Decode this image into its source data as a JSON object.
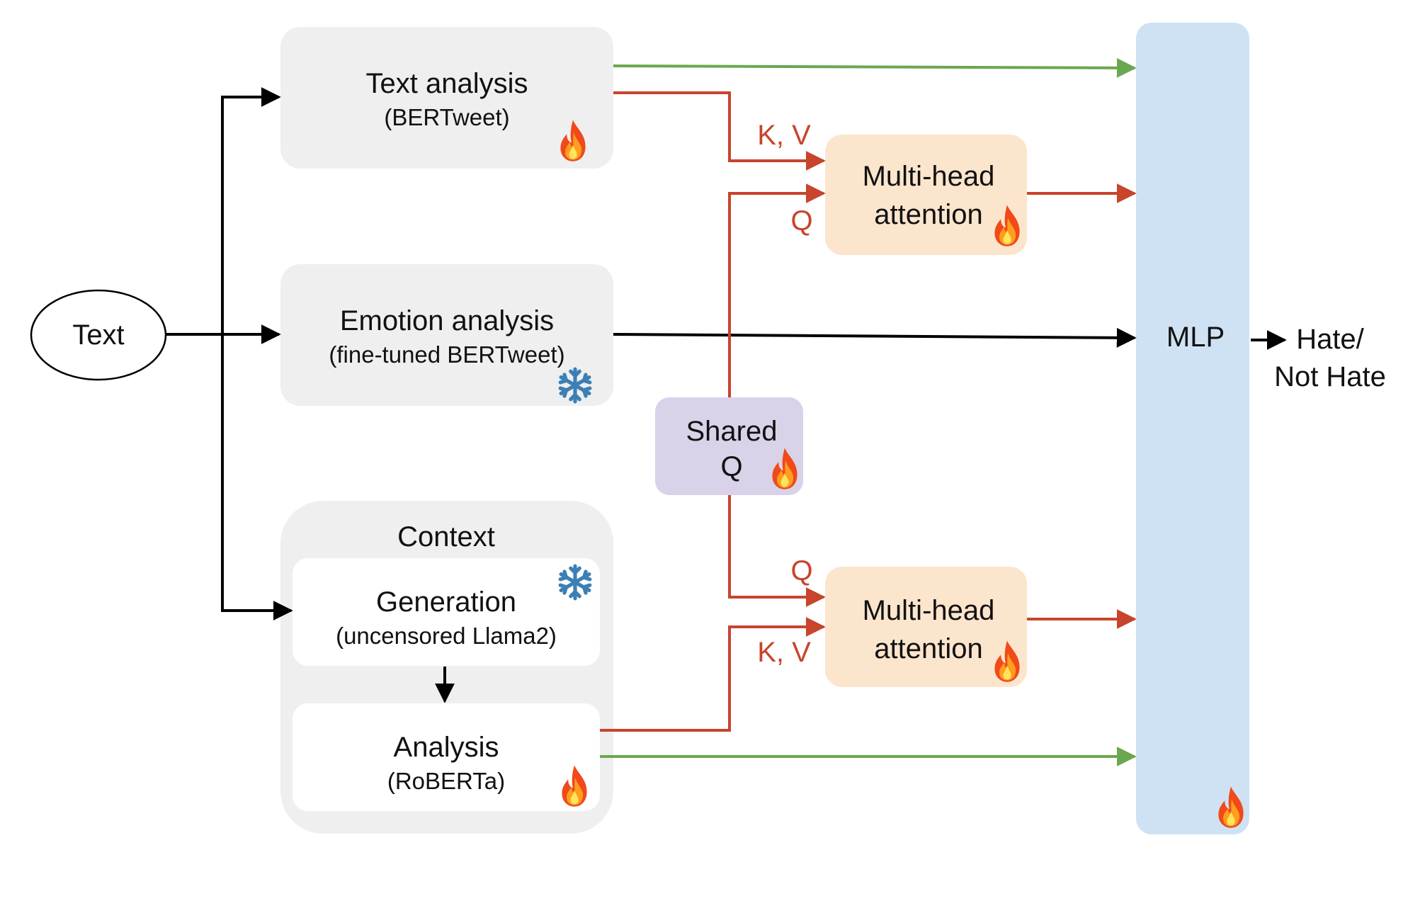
{
  "nodes": {
    "input_text": {
      "label": "Text"
    },
    "text_analysis": {
      "title": "Text analysis",
      "subtitle": "(BERTweet)",
      "state_icon": "fire-icon"
    },
    "emotion_analysis": {
      "title": "Emotion analysis",
      "subtitle": "(fine-tuned BERTweet)",
      "state_icon": "snowflake-icon"
    },
    "context": {
      "title": "Context",
      "generation": {
        "title": "Generation",
        "subtitle": "(uncensored Llama2)",
        "state_icon": "snowflake-icon"
      },
      "analysis": {
        "title": "Analysis",
        "subtitle": "(RoBERTa)",
        "state_icon": "fire-icon"
      }
    },
    "shared_q": {
      "line1": "Shared",
      "line2": "Q",
      "state_icon": "fire-icon"
    },
    "mha_top": {
      "line1": "Multi-head",
      "line2": "attention",
      "state_icon": "fire-icon"
    },
    "mha_bottom": {
      "line1": "Multi-head",
      "line2": "attention",
      "state_icon": "fire-icon"
    },
    "mlp": {
      "label": "MLP",
      "state_icon": "fire-icon"
    },
    "output": {
      "line1": "Hate/",
      "line2": "Not Hate"
    }
  },
  "edge_labels": {
    "top_kv": "K, V",
    "top_q": "Q",
    "bottom_q": "Q",
    "bottom_kv": "K, V"
  },
  "colors": {
    "box_gray": "#efefef",
    "box_white": "#ffffff",
    "attention_fill": "#fce5cd",
    "shared_q_fill": "#d9d2e9",
    "mlp_fill": "#cfe2f3",
    "arrow_black": "#000000",
    "arrow_red": "#c8442d",
    "arrow_green": "#6aa84f",
    "snowflake": "#3d7fb5"
  }
}
